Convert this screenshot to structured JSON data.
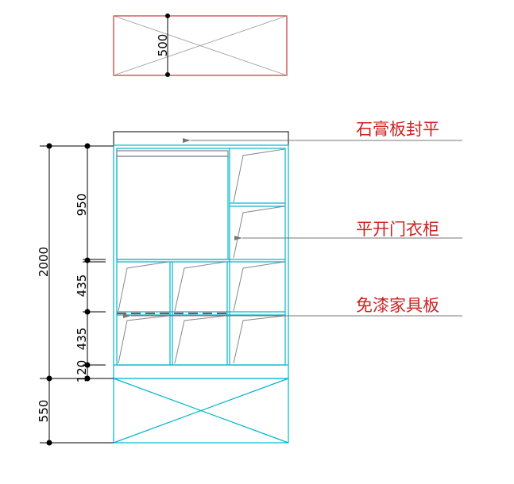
{
  "plan_view": {
    "depth_label": "500"
  },
  "dimensions": {
    "total_height": "2000",
    "upper_section": "950",
    "middle_section": "435",
    "lower_section": "435",
    "toe_kick": "120",
    "base_cabinet": "550"
  },
  "callouts": {
    "gypsum_board": "石膏板封平",
    "hinged_wardrobe": "平开门衣柜",
    "paint_free_board": "免漆家具板"
  },
  "colors": {
    "cabinet_line": "#00b7cc",
    "plan_outline": "#cc3333",
    "label_text": "#cc2222",
    "dimension_line": "#000000",
    "leader_line": "#777777",
    "dashed_board": "#cc3333"
  }
}
